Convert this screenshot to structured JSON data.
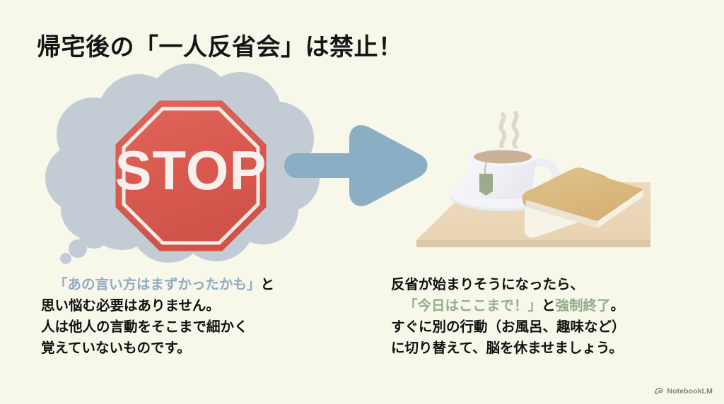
{
  "slide": {
    "background_color": "#f7f7ea",
    "title": "帰宅後の「一人反省会」は禁止！"
  },
  "illustration": {
    "thought_cloud": {
      "icon": "thought-cloud-icon",
      "color": "#c3cbd4",
      "bubble_count": 3
    },
    "stop_sign": {
      "icon": "stop-sign-icon",
      "label": "STOP",
      "fill_color": "#d9594f",
      "ring_color": "#f6ede8"
    },
    "arrow": {
      "icon": "right-arrow-icon",
      "color": "#8aafc4",
      "direction": "right"
    },
    "table": {
      "icon": "table-surface-icon",
      "top_color": "#ecd9bc",
      "edge_color": "#ddc7a6"
    },
    "teacup": {
      "icon": "teacup-icon",
      "cup_color": "#f3f4f7",
      "tea_color": "#cbb294",
      "teabag_tag_color": "#9bab8b",
      "steam_color": "#e3ddd0"
    },
    "book": {
      "icon": "book-icon",
      "cover_color": "#dcba83",
      "pages_color": "#f5f1e4"
    }
  },
  "left_text": {
    "line1_accent": "「あの言い方はまずかったかも」",
    "line1_tail": "と",
    "line2": "思い悩む必要はありません。",
    "line3": "人は他人の言動をそこまで細かく",
    "line4": "覚えていないものです。"
  },
  "right_text": {
    "line1": "反省が始まりそうになったら、",
    "line2_accent_a": "「今日はここまで！」",
    "line2_mid": "と",
    "line2_accent_b": "強制終了",
    "line2_tail": "。",
    "line3": "すぐに別の行動（お風呂、趣味など）",
    "line4": "に切り替えて、脳を休ませましょう。"
  },
  "watermark": {
    "icon": "notebooklm-logo-icon",
    "label": "NotebookLM"
  }
}
